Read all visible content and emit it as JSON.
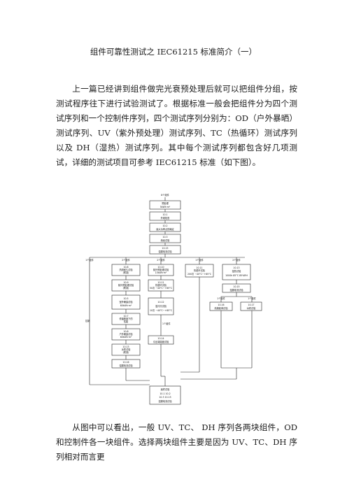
{
  "document": {
    "title": "组件可靠性测试之 IEC61215 标准简介（一）",
    "paragraph1": "上一篇已经讲到组件做完光衰预处理后就可以把组件分组，按测试程序往下进行试验测试了。根据标准一般会把组件分为四个测试序列和一个控制件序列，四个测试序列分别为：OD（户外暴晒）测试序列、UV（紫外预处理）测试序列、TC（热循环）测试序列以及 DH（湿热）测试序列。其中每个测试序列都包含好几项测试，详细的测试项目可参考 IEC61215 标准（如下图）。",
    "paragraph2": "从图中可以看出，一般 UV、TC、 DH 序列各两块组件，OD 和控制件各一块组件。选择两块组件主要是因为 UV、TC、DH 序列相对而言更"
  },
  "flowchart": {
    "top_label": "8个组件",
    "main_steps": [
      [
        "预处理",
        "5kWh·m²"
      ],
      [
        "10.1",
        "外观检查"
      ],
      [
        "10.2",
        "最大功率点的确定"
      ],
      [
        "10.3",
        "绝缘试验"
      ],
      [
        "10.15",
        "湿漏电流试验"
      ]
    ],
    "branch_labels": [
      "1个组件",
      "2个组件",
      "2个组件",
      "1个组件",
      "2个组件"
    ],
    "control_label": "控制",
    "col_od": [
      [
        "10.8",
        "热斑耐久试验",
        "(附录)"
      ],
      [
        "10.9",
        "紫外预处理试验",
        "(附录)"
      ],
      [
        "10.5",
        "室外曝露试验",
        "60kWh·m²"
      ],
      [
        "10.7",
        "低辐照度下的",
        "性能"
      ],
      [
        "10.8",
        "户外曝露试验",
        "60kWh·m²"
      ],
      [
        "10.13",
        "冰雹试验",
        "(附录)"
      ],
      [
        "10.16",
        "湿漏电流试验",
        ""
      ]
    ],
    "col_uv": [
      [
        "10.10",
        "紫外预处理试验",
        "15kWh·m²"
      ],
      [
        "10.11",
        "热循环试验",
        "50次 −40°C~+85°C"
      ],
      [
        "10.12",
        "湿冷冻试验",
        "10次 −40°C~+85°C"
      ],
      [
        "10.14",
        "引出端强度试验",
        ""
      ]
    ],
    "col_tc": [
      [
        "10.11",
        "热循环试验",
        "200次 −40°C~+85°C"
      ]
    ],
    "col_dh": [
      [
        "10.13",
        "湿热试验",
        "1000h 85°C 85%RH"
      ],
      [
        "10.15",
        "湿漏电流试验",
        ""
      ]
    ],
    "dh_sub_labels": [
      "1个组件",
      "1个组件"
    ],
    "dh_sub": [
      [
        "10.16",
        "机械载荷试验"
      ],
      [
        "10.17",
        "冰雹试验"
      ]
    ],
    "uv_sub_label": "1个组件",
    "final": [
      "最终试验",
      "10.1 10.2",
      "10.3 10.15",
      "湿漏电流试验"
    ]
  }
}
